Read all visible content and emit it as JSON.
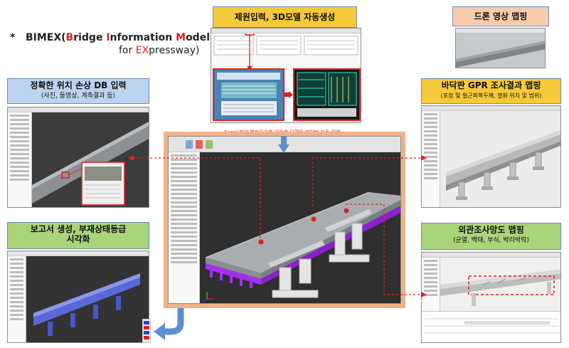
{
  "header": {
    "bullet": "*",
    "bimex_lead": "BIMEX(",
    "bimex_letter_b": "B",
    "bimex_ridge": "ridge ",
    "bimex_letter_i": "I",
    "bimex_nformation": "nformation ",
    "bimex_letter_m": "M",
    "bimex_odel": "odel",
    "bimex_for": "for ",
    "bimex_letters_ex": "EX",
    "bimex_pressway": "pressway)"
  },
  "labels": {
    "spec_input": "제원입력, 3D모델 자동생성",
    "drone": "드론 영상 맵핑",
    "damage_db": "정확한 위치 손상 DB 입력",
    "damage_db_sub": "(사진, 동영상, 계측결과 등)",
    "gpr": "바닥판 GPR 조사결과 맵핑",
    "gpr_sub": "(포장 및 철근피복두께, 열화 위치 및 범위)",
    "report": "보고서 생성, 부재상태등급",
    "report_line2": "시각화",
    "crack_map": "외관조사망도 맵핑",
    "crack_map_sub": "(균열, 백태, 부식, 박리박락)"
  },
  "excel_note": "Excel 파일 불러오기를 이용한 모델링 데이터 자동 입력",
  "colors": {
    "yellow": "#f6c93b",
    "peach": "#f7cbad",
    "blue": "#bcd3ef",
    "green": "#a9d47a",
    "red_line": "#e02020",
    "arrow_blue": "#5b8fd0",
    "girder_purple": "#a52ff0",
    "center_frame": "#f0b287"
  },
  "icons": {
    "down_arrow": "down-arrow-icon",
    "curved_arrow": "curved-arrow-icon"
  }
}
